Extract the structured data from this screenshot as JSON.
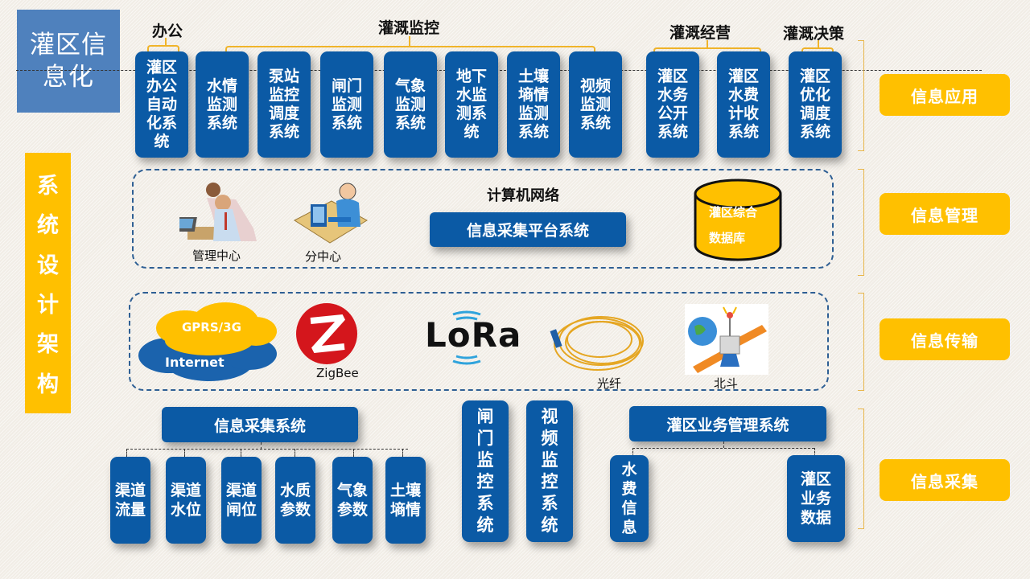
{
  "title": "灌区信息化",
  "side_title": [
    "系",
    "统",
    "设",
    "计",
    "架",
    "构"
  ],
  "layers": {
    "application": "信息应用",
    "management": "信息管理",
    "transmission": "信息传输",
    "collection": "信息采集"
  },
  "groups": {
    "office": "办公",
    "monitoring": "灌溉监控",
    "operations": "灌溉经营",
    "decision": "灌溉决策"
  },
  "apps": [
    "灌区办公自动化系统",
    "水情监测系统",
    "泵站监控调度系统",
    "闸门监测系统",
    "气象监测系统",
    "地下水监测系统",
    "土壤墒情监测系统",
    "视频监测系统",
    "灌区水务公开系统",
    "灌区水费计收系统",
    "灌区优化调度系统"
  ],
  "management": {
    "network_label": "计算机网络",
    "platform": "信息采集平台系统",
    "center": "管理中心",
    "sub_center": "分中心",
    "database_line1": "灌区综合",
    "database_line2": "数据库"
  },
  "transmission": {
    "cloud_top": "GPRS/3G",
    "cloud_bottom": "Internet",
    "zigbee": "ZigBee",
    "lora": "LoRa",
    "fiber": "光纤",
    "beidou": "北斗"
  },
  "collection": {
    "info_system": "信息采集系统",
    "info_items": [
      "渠道流量",
      "渠道水位",
      "渠道闸位",
      "水质参数",
      "气象参数",
      "土壤墒情"
    ],
    "gate_system": "闸门监控系统",
    "video_system": "视频监控系统",
    "business_system": "灌区业务管理系统",
    "business_items": [
      "水费信息",
      "灌区业务数据"
    ]
  },
  "colors": {
    "blue": "#0b5aa5",
    "yellow": "#ffc000",
    "title_blue": "#4f81bd"
  }
}
